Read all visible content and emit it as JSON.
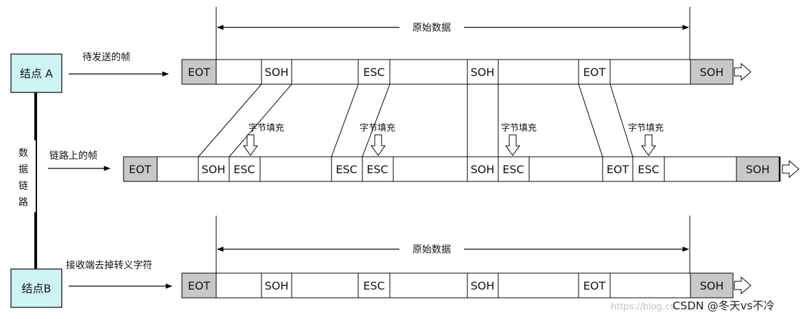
{
  "nodes": {
    "a": "结点 A",
    "b": "结点B"
  },
  "labels": {
    "frame_to_send": "待发送的帧",
    "frame_on_link": "链路上的帧",
    "receiver_removes": "接收端去掉转义字符",
    "data_link_chars": [
      "数",
      "据",
      "链",
      "路"
    ],
    "original_data": "原始数据",
    "byte_stuffing": "字节填充"
  },
  "rows": {
    "top": [
      "EOT",
      "SOH",
      "ESC",
      "SOH",
      "EOT",
      "SOH"
    ],
    "middle": [
      "EOT",
      "SOH",
      "ESC",
      "ESC",
      "ESC",
      "SOH",
      "ESC",
      "EOT",
      "ESC",
      "SOH"
    ],
    "bottom": [
      "EOT",
      "SOH",
      "ESC",
      "SOH",
      "EOT",
      "SOH"
    ]
  },
  "watermark": {
    "url": "https://blog.cs",
    "credit": "CSDN @冬天vs不冷"
  },
  "colors": {
    "node_fill": "#cdf3f3",
    "gray_cell": "#c8c8c8",
    "line": "#000000"
  }
}
